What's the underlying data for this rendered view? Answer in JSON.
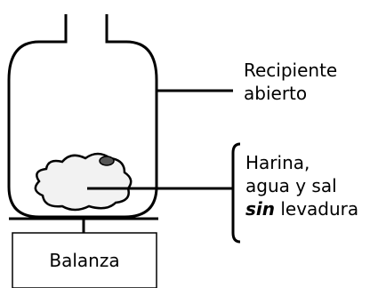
{
  "labels": {
    "container": {
      "line1": "Recipiente",
      "line2": "abierto"
    },
    "mixture": {
      "line1": "Harina,",
      "line2": "agua y sal",
      "line3_bold": "sin",
      "line3_rest": " levadura"
    },
    "scale": "Balanza"
  },
  "colors": {
    "stroke": "#000000",
    "dough_fill": "#f2f2f2",
    "background": "#ffffff"
  }
}
